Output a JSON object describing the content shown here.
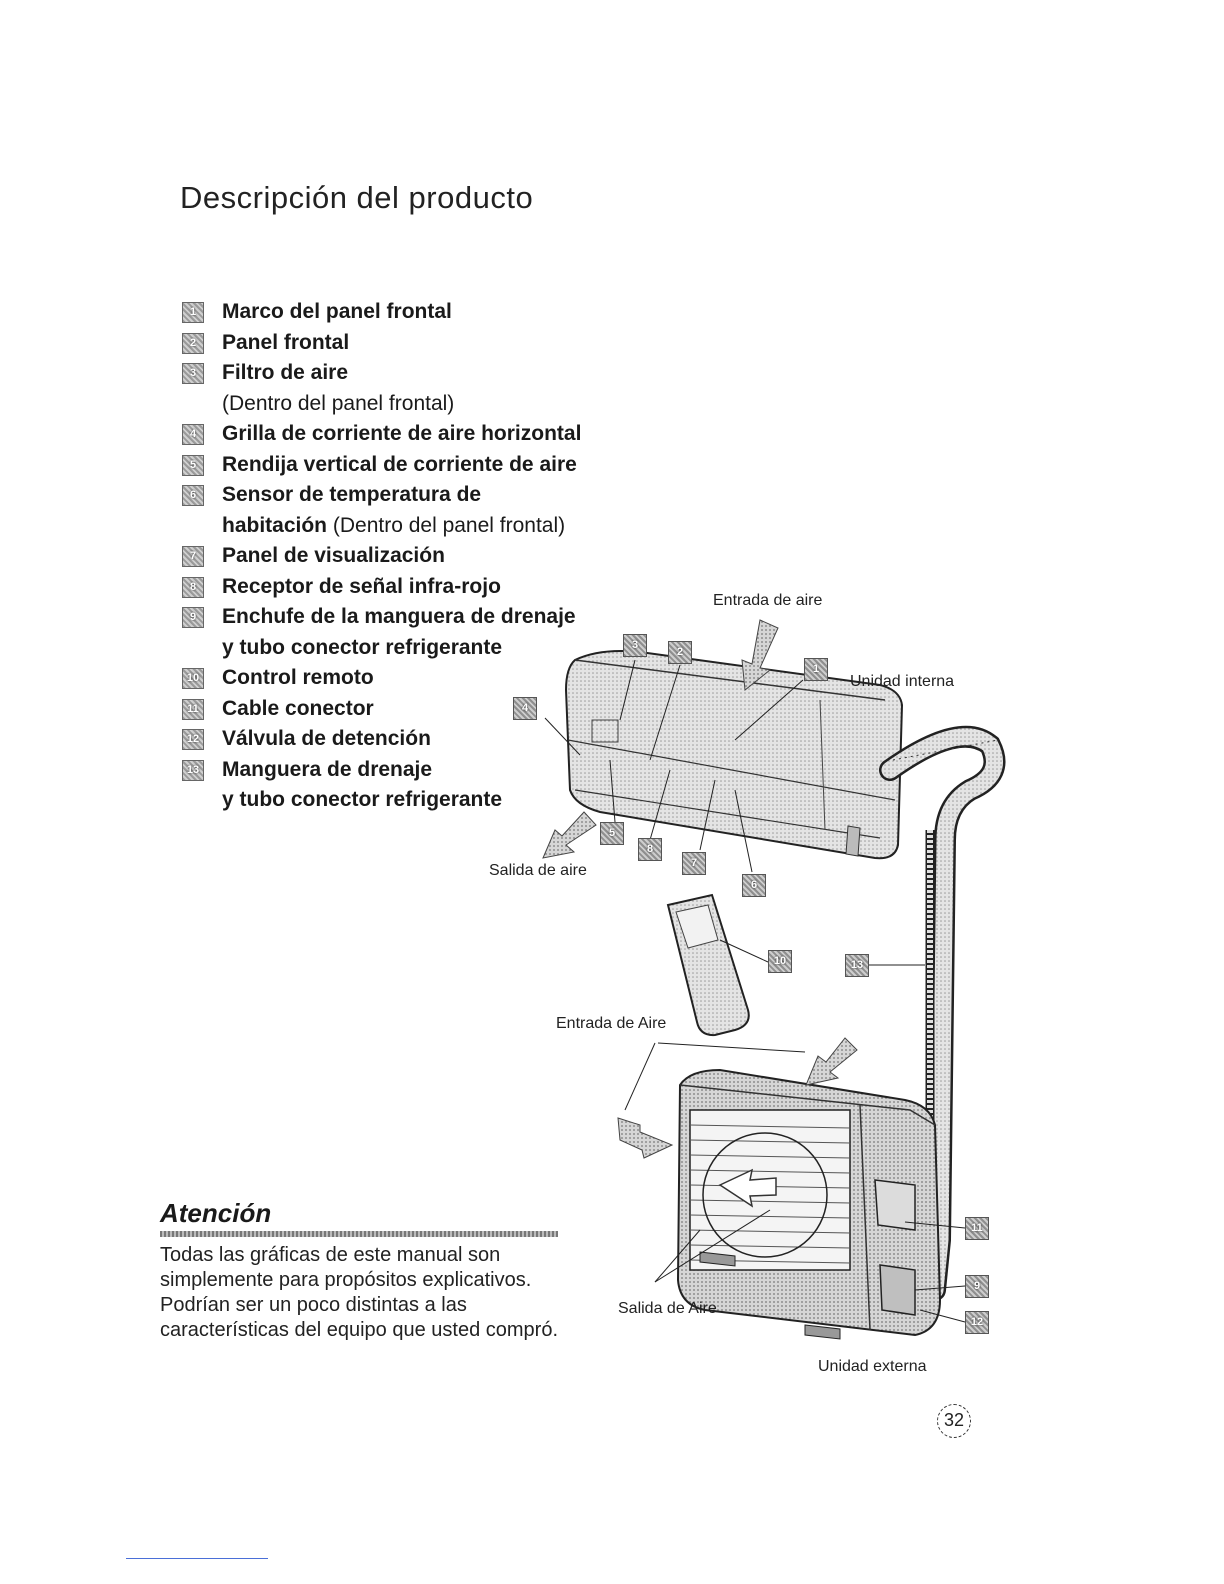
{
  "page": {
    "title": "Descripción del producto",
    "page_number": "32"
  },
  "parts": [
    {
      "num": "1",
      "name": "Marco del panel frontal"
    },
    {
      "num": "2",
      "name": "Panel frontal"
    },
    {
      "num": "3",
      "name": "Filtro de aire",
      "note": "(Dentro del panel frontal)"
    },
    {
      "num": "4",
      "name": "Grilla de corriente de aire horizontal"
    },
    {
      "num": "5",
      "name": "Rendija vertical de corriente de aire"
    },
    {
      "num": "6",
      "name": "Sensor de temperatura de",
      "name2": "habitación",
      "note2": " (Dentro del panel frontal)"
    },
    {
      "num": "7",
      "name": "Panel de visualización"
    },
    {
      "num": "8",
      "name": "Receptor de señal infra-rojo"
    },
    {
      "num": "9",
      "name": "Enchufe de la manguera de drenaje",
      "name2": "y tubo conector refrigerante"
    },
    {
      "num": "10",
      "name": "Control remoto"
    },
    {
      "num": "11",
      "name": "Cable conector"
    },
    {
      "num": "12",
      "name": "Válvula de detención"
    },
    {
      "num": "13",
      "name": "Manguera de drenaje",
      "name2": "y tubo conector refrigerante"
    }
  ],
  "attention": {
    "heading": "Atención",
    "body": "Todas las gráficas de este manual son simplemente para propósitos explicativos. Podrían ser un poco distintas a las características del equipo que usted compró."
  },
  "diagram": {
    "labels": {
      "air_in_top": "Entrada de aire",
      "indoor_unit": "Unidad interna",
      "air_out_indoor": "Salida de aire",
      "air_in_outdoor": "Entrada de Aire",
      "air_out_outdoor": "Salida de Aire",
      "outdoor_unit": "Unidad externa"
    },
    "callouts": [
      "3",
      "2",
      "1",
      "4",
      "5",
      "8",
      "7",
      "6",
      "10",
      "13",
      "11",
      "9",
      "12"
    ]
  }
}
